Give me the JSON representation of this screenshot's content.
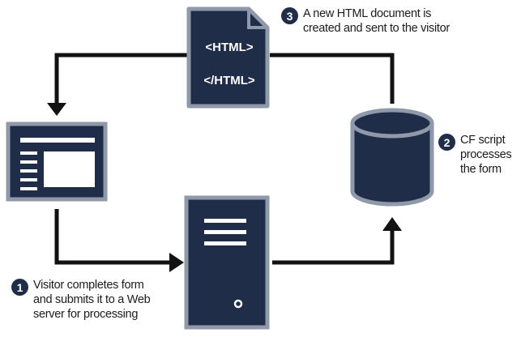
{
  "document": {
    "tag_open": "<HTML>",
    "tag_close": "</HTML>"
  },
  "steps": [
    {
      "number": "1",
      "lines": [
        "Visitor completes form",
        "and submits it to a Web",
        "server for processing"
      ]
    },
    {
      "number": "2",
      "lines": [
        "CF script",
        "processes",
        "the form"
      ]
    },
    {
      "number": "3",
      "lines": [
        "A new HTML document is",
        "created and sent to the visitor"
      ]
    }
  ],
  "colors": {
    "navy": "#1f2d48",
    "border": "#8f99aa",
    "line": "#121212"
  }
}
